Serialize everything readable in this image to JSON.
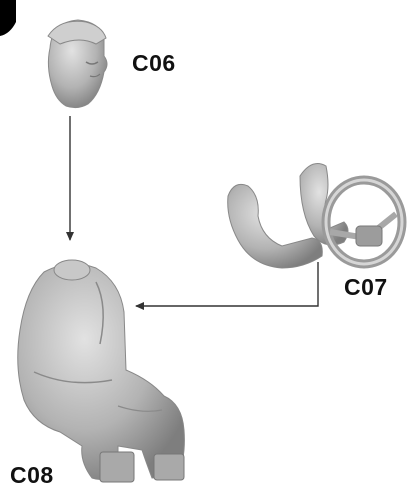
{
  "parts": [
    {
      "id": "head",
      "label": "C06"
    },
    {
      "id": "arms_wheel",
      "label": "C07"
    },
    {
      "id": "torso_legs",
      "label": "C08"
    }
  ],
  "colors": {
    "part_fill": "#bdbdbd",
    "part_shadow": "#7a7a7a",
    "arrow": "#333333",
    "corner": "#000000"
  }
}
